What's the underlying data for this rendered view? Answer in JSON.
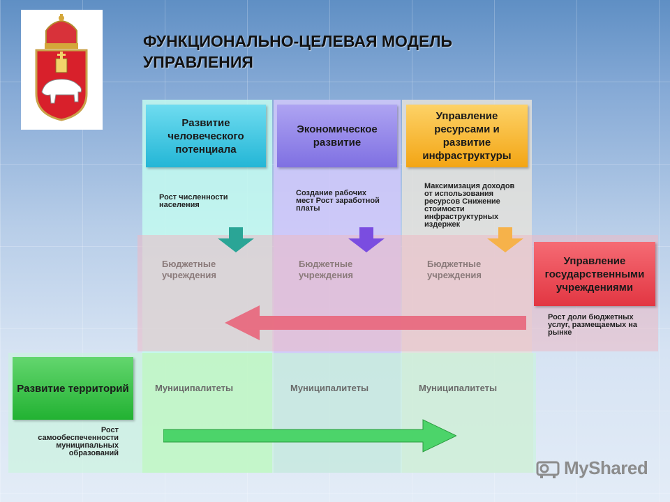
{
  "title": {
    "line1": "ФУНКЦИОНАЛЬНО-ЦЕЛЕВАЯ МОДЕЛЬ",
    "line2": "УПРАВЛЕНИЯ"
  },
  "columns": [
    {
      "heading": "Развитие человеческого потенциала",
      "goals": "Рост численности населения",
      "budget": "Бюджетные учреждения",
      "municipal": "Муниципалитеты",
      "color": "#3fc6e0"
    },
    {
      "heading": "Экономическое развитие",
      "goals": "Создание рабочих мест Рост заработной платы",
      "budget": "Бюджетные учреждения",
      "municipal": "Муниципалитеты",
      "color": "#8c7fe8"
    },
    {
      "heading": "Управление ресурсами и развитие инфраструктуры",
      "goals": "Максимизация доходов от использования ресурсов Снижение стоимости инфраструктурных издержек",
      "budget": "Бюджетные учреждения",
      "municipal": "Муниципалитеты",
      "color": "#f6ad22"
    }
  ],
  "state_institutions": {
    "heading": "Управление государственными учреждениями",
    "goals": "Рост доли бюджетных услуг, размещаемых на рынке",
    "color": "#e8434f"
  },
  "territories": {
    "heading": "Развитие территорий",
    "goals": "Рост самообеспеченности муниципальных образований",
    "color": "#33c047"
  },
  "brand": {
    "name": "MyShared",
    "icon": "projector-icon"
  },
  "emblem": {
    "icon": "perm-coat-of-arms-icon"
  }
}
